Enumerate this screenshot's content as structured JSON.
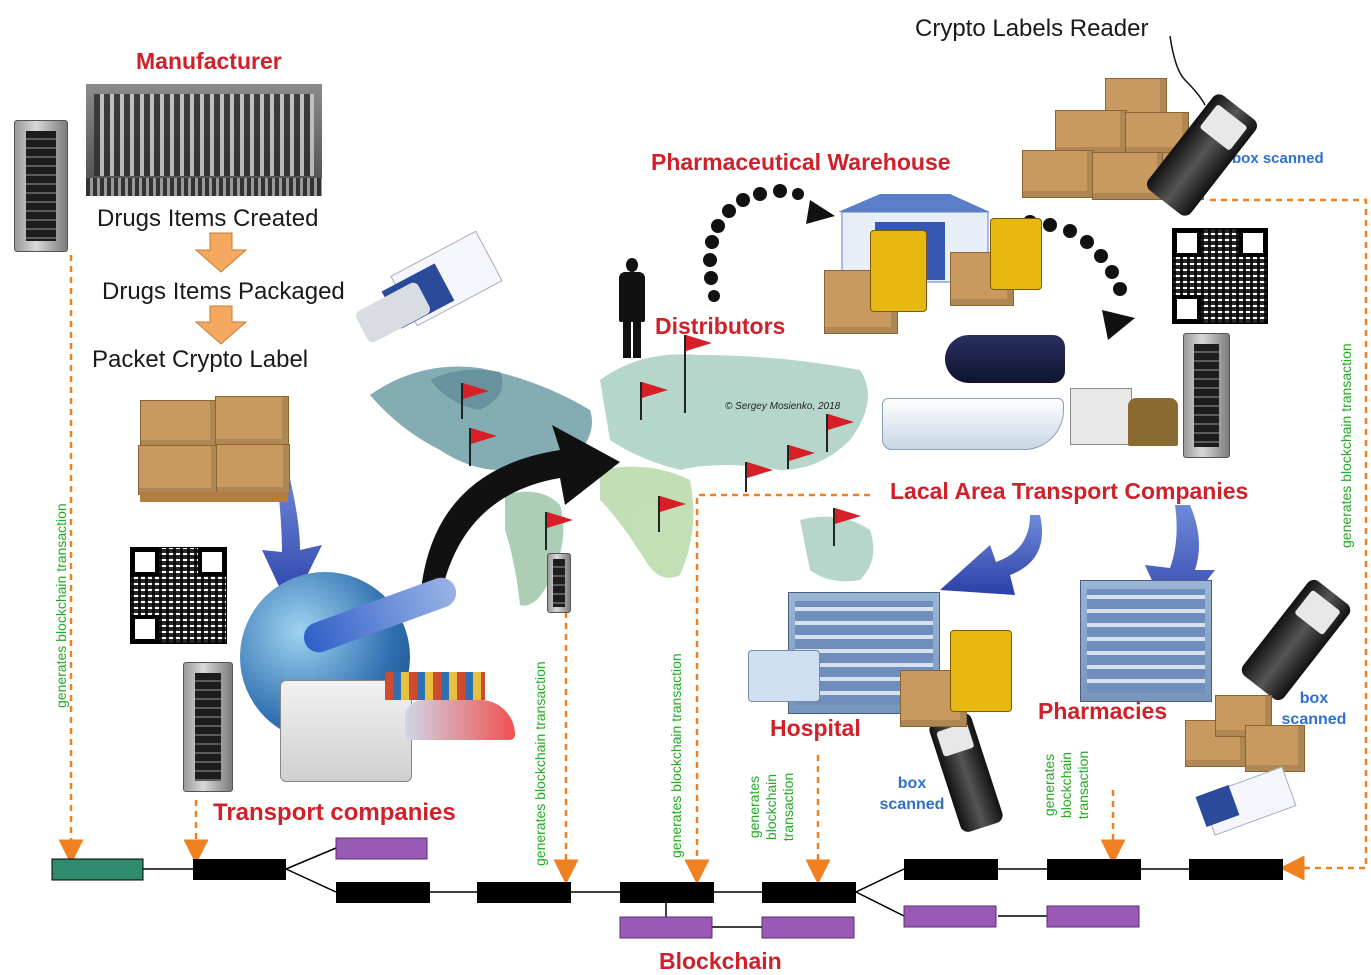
{
  "labels": {
    "manufacturer": "Manufacturer",
    "drugs_created": "Drugs Items Created",
    "drugs_packaged": "Drugs Items Packaged",
    "packet_label": "Packet Crypto Label",
    "crypto_reader": "Crypto Labels Reader",
    "pharma_warehouse": "Pharmaceutical Warehouse",
    "box_scanned_1": "box scanned",
    "distributors": "Distributors",
    "copyright": "© Sergey Mosienko, 2018",
    "local_transport": "Lacal Area Transport Companies",
    "transport": "Transport companies",
    "hospital": "Hospital",
    "pharmacies": "Pharmacies",
    "box_scanned_2": "box scanned",
    "box_scanned_3": "box scanned",
    "blockchain": "Blockchain"
  },
  "transaction_labels": {
    "left": "generates blockchain transaction",
    "center_left": "generates blockchain transaction",
    "center": "generates blockchain transaction",
    "hospital": "generates blockchain transaction",
    "pharmacy": "generates blockchain transaction",
    "right": "generates blockchain transaction"
  },
  "colors": {
    "title_red": "#d0202a",
    "scanned_blue": "#2f6fd0",
    "transaction_green": "#22aa22",
    "dashed_orange": "#f08020",
    "genesis_block": "#2e8b6e",
    "main_block": "#000000",
    "fork_block": "#9b59b6"
  }
}
